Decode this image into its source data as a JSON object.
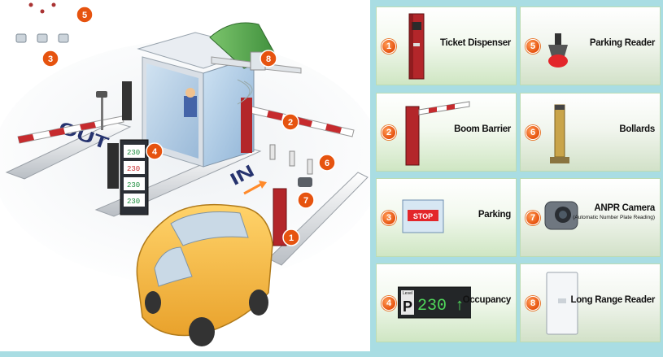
{
  "scene": {
    "callouts": [
      "1",
      "2",
      "3",
      "4",
      "5",
      "6",
      "7",
      "8"
    ],
    "road_out": "OUT",
    "road_in": "IN",
    "occupancy_display": [
      "230",
      "230",
      "230",
      "230"
    ]
  },
  "legend": {
    "items": [
      {
        "num": "1",
        "label": "Ticket Dispenser",
        "sublabel": ""
      },
      {
        "num": "5",
        "label": "Parking Reader",
        "sublabel": ""
      },
      {
        "num": "2",
        "label": "Boom Barrier",
        "sublabel": ""
      },
      {
        "num": "6",
        "label": "Bollards",
        "sublabel": ""
      },
      {
        "num": "3",
        "label": "Parking",
        "sublabel": ""
      },
      {
        "num": "7",
        "label": "ANPR Camera",
        "sublabel": "(Automatic Number Plate Reading)"
      },
      {
        "num": "4",
        "label": "Occupancy",
        "sublabel": ""
      },
      {
        "num": "8",
        "label": "Long Range Reader",
        "sublabel": ""
      }
    ],
    "stop_sign": "STOP",
    "occupancy_sign": {
      "level": "Level",
      "letter": "P",
      "value": "230",
      "arrow": "↑"
    }
  },
  "colors": {
    "accent_orange": "#e6530f",
    "panel_bg": "#a9dde3",
    "car_yellow": "#f5c043",
    "barrier_red": "#b3262a"
  }
}
